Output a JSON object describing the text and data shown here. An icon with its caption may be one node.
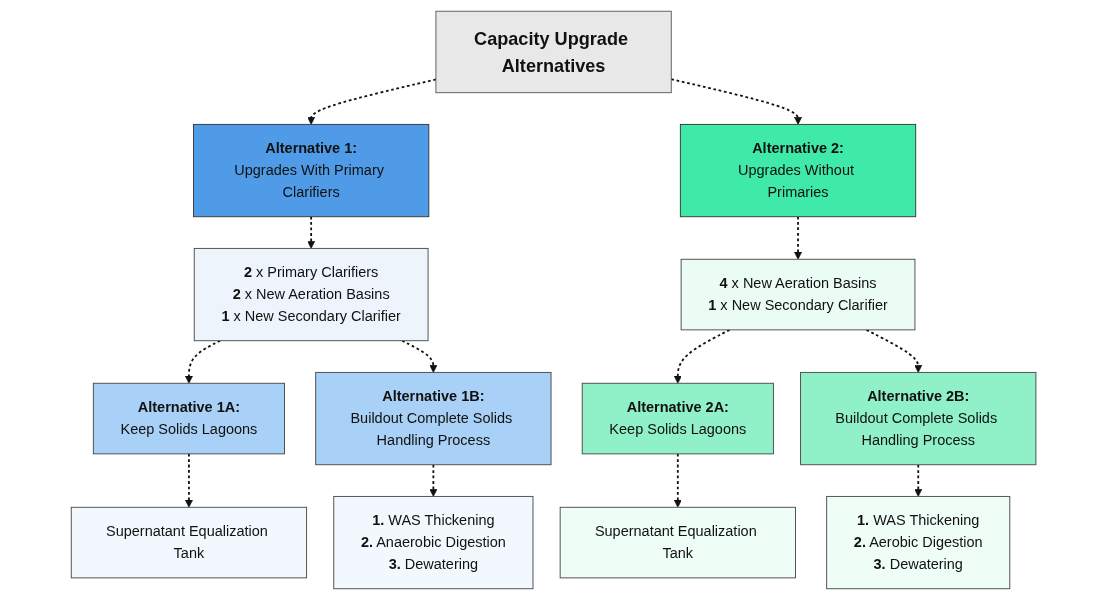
{
  "diagram": {
    "nodes": [
      {
        "text": [
          "Capacity Upgrade Alternatives"
        ]
      },
      {
        "text": [
          "Alternative 1:",
          "Upgrades With Primary Clarifiers"
        ]
      },
      {
        "text": [
          "Alternative 2:",
          "Upgrades Without Primaries"
        ]
      },
      {
        "text": [
          "**2** x Primary Clarifiers",
          "**2** x New Aeration Basins",
          "**1** x New Secondary Clarifier"
        ]
      },
      {
        "text": [
          "**4** x New Aeration Basins",
          "**1** x New Secondary Clarifier"
        ]
      },
      {
        "text": [
          "Alternative 1A:",
          "Keep Solids Lagoons"
        ]
      },
      {
        "text": [
          "Alternative 1B:",
          "Buildout Complete Solids Handling Process"
        ]
      },
      {
        "text": [
          "Alternative 2A:",
          "Keep Solids Lagoons"
        ]
      },
      {
        "text": [
          "Alternative 2B:",
          "Buildout Complete Solids Handling Process"
        ]
      },
      {
        "text": [
          "Supernatant Equalization Tank"
        ]
      },
      {
        "text": [
          "**1.** WAS Thickening",
          "**2.** Anaerobic Digestion",
          "**3.** Dewatering"
        ]
      },
      {
        "text": [
          "Supernatant Equalization Tank"
        ]
      },
      {
        "text": [
          "**1.** WAS Thickening",
          "**2.** Aerobic Digestion",
          "**3.** Dewatering"
        ]
      }
    ],
    "edges": [
      {
        "from": 0,
        "to": 1,
        "arrow": "to",
        "style": "dashed"
      },
      {
        "from": 0,
        "to": 2,
        "arrow": "to",
        "style": "dashed"
      },
      {
        "from": 1,
        "to": 3,
        "arrow": "to",
        "style": "dashed"
      },
      {
        "from": 2,
        "to": 4,
        "arrow": "to",
        "style": "dashed"
      },
      {
        "from": 3,
        "to": 5,
        "arrow": "to",
        "style": "dashed"
      },
      {
        "from": 3,
        "to": 6,
        "arrow": "to",
        "style": "dashed"
      },
      {
        "from": 4,
        "to": 7,
        "arrow": "to",
        "style": "dashed"
      },
      {
        "from": 4,
        "to": 8,
        "arrow": "to",
        "style": "dashed"
      },
      {
        "from": 5,
        "to": 9,
        "arrow": "to",
        "style": "dashed"
      },
      {
        "from": 6,
        "to": 10,
        "arrow": "to",
        "style": "dashed"
      },
      {
        "from": 7,
        "to": 11,
        "arrow": "to",
        "style": "dashed"
      },
      {
        "from": 8,
        "to": 12,
        "arrow": "to",
        "style": "dashed"
      }
    ]
  }
}
